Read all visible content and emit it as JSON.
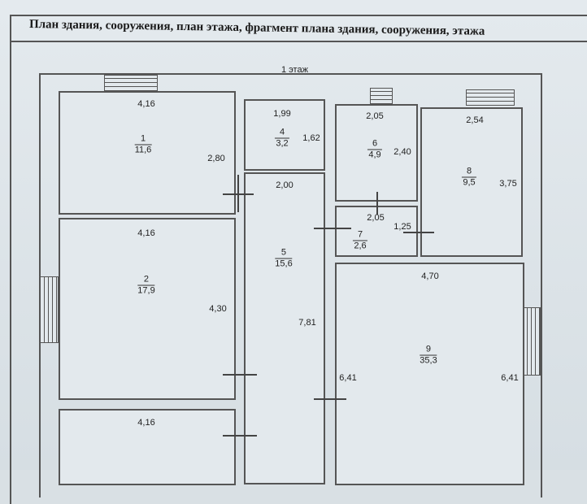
{
  "document": {
    "heading": "План здания, сооружения, план этажа, фрагмент плана здания, сооружения, этажа",
    "floor_label": "1 этаж"
  },
  "rooms": {
    "r1": {
      "number": "1",
      "area": "11,6",
      "width": "4,16",
      "height": "2,80"
    },
    "r2": {
      "number": "2",
      "area": "17,9",
      "width": "4,16",
      "height": "4,30"
    },
    "r3": {
      "width": "4,16"
    },
    "r4": {
      "number": "4",
      "area": "3,2",
      "width": "1,99",
      "height": "1,62"
    },
    "r5": {
      "number": "5",
      "area": "15,6",
      "width": "2,00",
      "height": "7,81"
    },
    "r6": {
      "number": "6",
      "area": "4,9",
      "width": "2,05",
      "height": "2,40"
    },
    "r7": {
      "number": "7",
      "area": "2,6",
      "width": "2,05",
      "height": "1,25"
    },
    "r8": {
      "number": "8",
      "area": "9,5",
      "width": "2,54",
      "height": "3,75"
    },
    "r9": {
      "number": "9",
      "area": "35,3",
      "width": "4,70",
      "height_left": "6,41",
      "height_right": "6,41"
    }
  }
}
